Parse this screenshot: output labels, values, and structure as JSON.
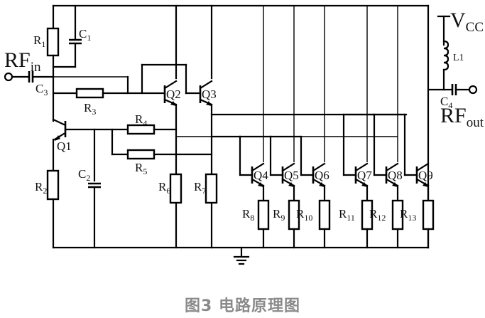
{
  "figure": {
    "caption": "图3 电路原理图"
  },
  "labels": {
    "rf_in": {
      "main": "RF",
      "sub": "in"
    },
    "rf_out": {
      "main": "RF",
      "sub": "out"
    },
    "vcc": {
      "main": "V",
      "sub": "CC"
    },
    "L1": "L1",
    "C1": {
      "main": "C",
      "sub": "1"
    },
    "C2": {
      "main": "C",
      "sub": "2"
    },
    "C3": {
      "main": "C",
      "sub": "3"
    },
    "C4": {
      "main": "C",
      "sub": "4"
    },
    "R1": {
      "main": "R",
      "sub": "1"
    },
    "R2": {
      "main": "R",
      "sub": "2"
    },
    "R3": {
      "main": "R",
      "sub": "3"
    },
    "R4": {
      "main": "R",
      "sub": "4"
    },
    "R5": {
      "main": "R",
      "sub": "5"
    },
    "R6": {
      "main": "R",
      "sub": "6"
    },
    "R7": {
      "main": "R",
      "sub": "7"
    },
    "R8": {
      "main": "R",
      "sub": "8"
    },
    "R9": {
      "main": "R",
      "sub": "9"
    },
    "R10": {
      "main": "R",
      "sub": "10"
    },
    "R11": {
      "main": "R",
      "sub": "11"
    },
    "R12": {
      "main": "R",
      "sub": "12"
    },
    "R13": {
      "main": "R",
      "sub": "13"
    },
    "Q1": "Q1",
    "Q2": "Q2",
    "Q3": "Q3",
    "Q4": "Q4",
    "Q5": "Q5",
    "Q6": "Q6",
    "Q7": "Q7",
    "Q8": "Q8",
    "Q9": "Q9"
  }
}
